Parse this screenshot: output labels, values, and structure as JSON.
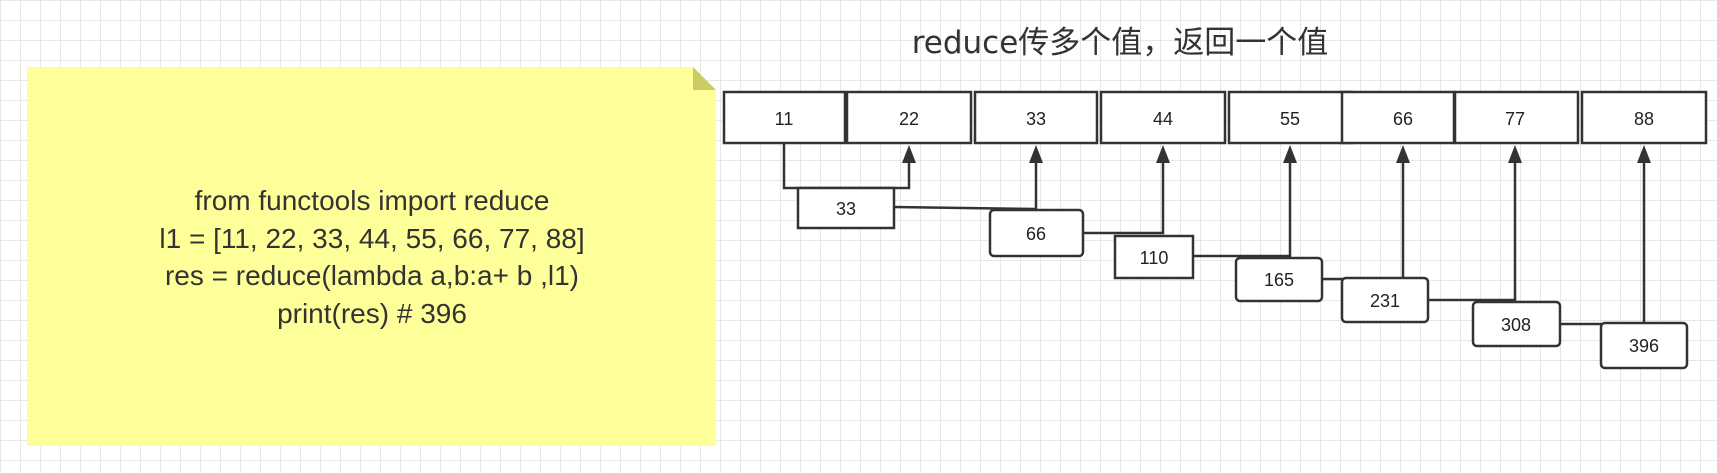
{
  "title": "reduce传多个值，返回一个值",
  "note": {
    "lines": [
      "from functools import reduce",
      "l1 = [11, 22, 33, 44, 55, 66, 77, 88]",
      "res = reduce(lambda a,b:a+ b ,l1)",
      "print(res)  # 396"
    ]
  },
  "items": [
    "11",
    "22",
    "33",
    "44",
    "55",
    "66",
    "77",
    "88"
  ],
  "results": [
    "33",
    "66",
    "110",
    "165",
    "231",
    "308",
    "396"
  ],
  "colors": {
    "note_fill": "#ffff99",
    "note_fold": "#cccc66",
    "stroke": "#333333"
  }
}
